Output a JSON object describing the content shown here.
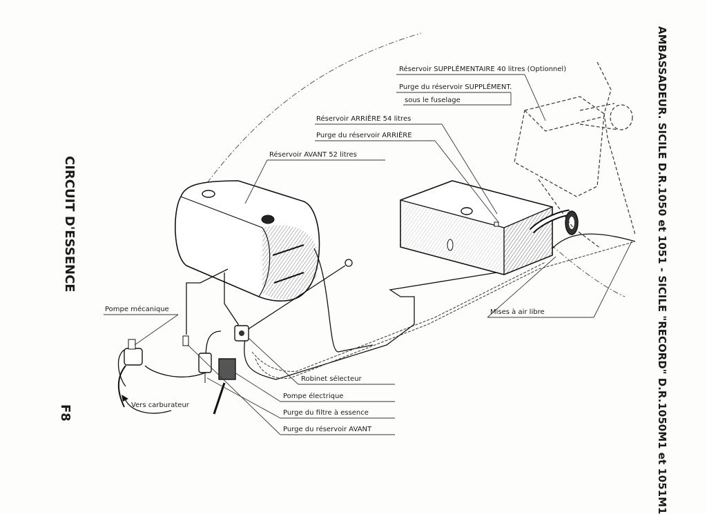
{
  "title_side_left": "CIRCUIT D'ESSENCE",
  "page_code": "F8",
  "title_side_right": "AMBASSADEUR. SICILE  D.R.1050 et 1051 - SICILE \"RECORD\" D.R.1050M1 et 1051M1",
  "labels": {
    "reservoir_supp": "Réservoir SUPPLÉMENTAIRE 40 litres (Optionnel)",
    "purge_supp": "Purge du réservoir SUPPLÉMENT.",
    "sous_fuselage": "sous le fuselage",
    "reservoir_arriere": "Réservoir ARRIÈRE 54 litres",
    "purge_arriere": "Purge du réservoir ARRIÈRE",
    "reservoir_avant": "Réservoir AVANT  52 litres",
    "pompe_mecanique": "Pompe mécanique",
    "vers_carburateur": "Vers carburateur",
    "mises_air_libre": "Mises à air libre",
    "robinet_selecteur": "Robinet sélecteur",
    "pompe_electrique": "Pompe électrique",
    "purge_filtre": "Purge du filtre à essence",
    "purge_avant": "Purge du réservoir AVANT"
  }
}
